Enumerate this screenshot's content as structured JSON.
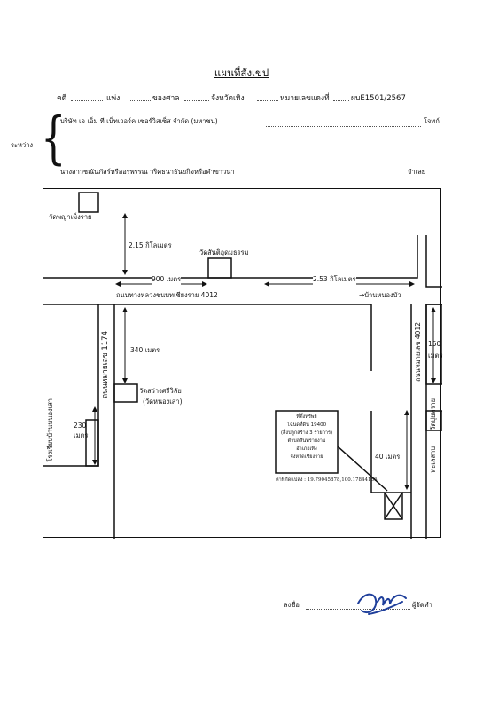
{
  "header": {
    "title": "แผนที่สังเขป",
    "case_label": "คดี",
    "court_label": "แพ่ง",
    "court_of_label": "ของศาล",
    "court_name": "จังหวัดเทิง",
    "case_no_label": "หมายเลขแดงที่",
    "case_no": "ผบE1501/2567"
  },
  "parties": {
    "between_label": "ระหว่าง",
    "plaintiff": "บริษัท เจ เอ็ม ที เน็ทเวอร์ค เซอร์วิสเซ็ส จำกัด (มหาชน)",
    "plaintiff_role": "โจทก์",
    "defendant": "นางสาวชณันภัสร์หรืออรพรรณ วริศธนาธันยกิจหรือคำขาวนา",
    "defendant_role": "จำเลย"
  },
  "map": {
    "temple_top_left": "วัดพญาเม็งราย",
    "dist_2_15": "2.15 กิโลเมตร",
    "temple_center": "วัดสันติอุดมธรรม",
    "dist_900": "900 เมตร",
    "dist_2_53": "2.53 กิโลเมตร",
    "main_road": "ถนนทางหลวงชนบทเชียงราย 4012",
    "to_village": "→บ้านหนองบัว",
    "dist_340": "340 เมตร",
    "road_1174": "ถนนหมายเลข 1174",
    "temple_sawang_1": "วัดสว่างศรีวิลัย",
    "temple_sawang_2": "(วัดหนองเสา)",
    "dist_230": "230",
    "dist_230_unit": "เมตร",
    "school": "โรงเรียนบ้านหนองเสา",
    "road_4012": "ถนนหมายเลข 4012",
    "dist_150": "150",
    "dist_150_unit": "เมตร",
    "temple_right": "วัดปุยทราย",
    "side_right": "ทะเลสาบ",
    "property_lines": [
      "ที่ตั้งทรัพย์",
      "โฉนดที่ดิน 19400",
      "(สิ่งปลูกสร้าง 3 รายการ)",
      "ตำบลสันทรายงาม",
      "อำเภอเทิง",
      "จังหวัดเชียงราย"
    ],
    "dist_40": "40 เมตร",
    "coordinates": "ค่าพิกัดแปลง : 19.79045878,100.17844186"
  },
  "signature": {
    "sign_label": "ลงชื่อ",
    "role": "ผู้จัดทำ"
  }
}
